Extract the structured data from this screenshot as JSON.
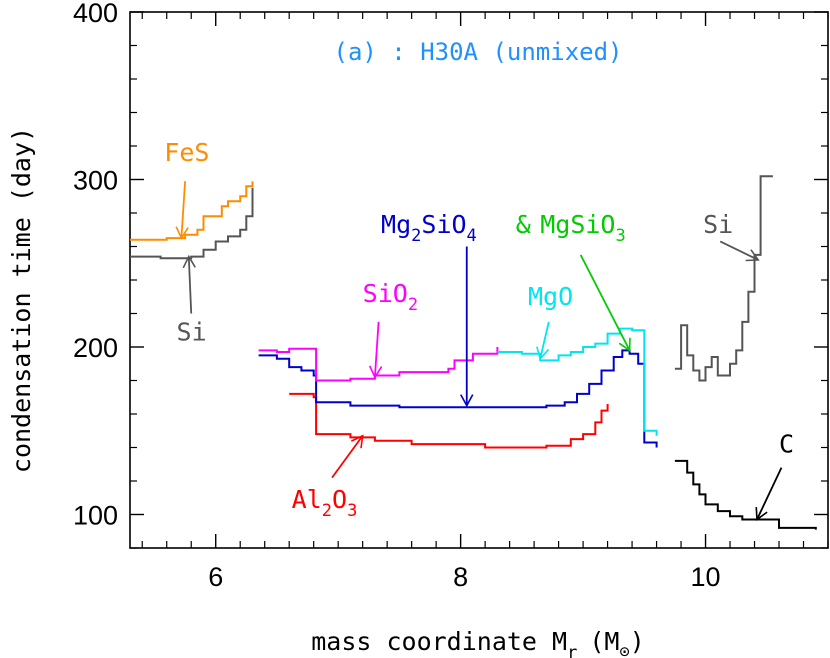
{
  "chart_data": {
    "type": "line",
    "title": "(a) : H30A (unmixed)",
    "title_color": "#1e90ff",
    "xlabel": "mass coordinate M",
    "xlabel_sub": "r",
    "xlabel_unit": "(M",
    "xlabel_unit_sub": "⊙",
    "xlabel_unit_close": ")",
    "ylabel": "condensation time (day)",
    "xlim": [
      5.3,
      11.0
    ],
    "ylim": [
      80,
      400
    ],
    "x_ticks": [
      6,
      8,
      10
    ],
    "x_tick_labels": [
      "6",
      "8",
      "10"
    ],
    "y_ticks": [
      100,
      200,
      300,
      400
    ],
    "y_tick_labels": [
      "100",
      "200",
      "300",
      "400"
    ],
    "grid": false,
    "step": true,
    "series": [
      {
        "key": "fes",
        "color": "#ff8c00",
        "points": [
          [
            5.3,
            264
          ],
          [
            5.6,
            265
          ],
          [
            5.75,
            267
          ],
          [
            5.85,
            270
          ],
          [
            5.9,
            278
          ],
          [
            6.05,
            284
          ],
          [
            6.1,
            287
          ],
          [
            6.2,
            290
          ],
          [
            6.25,
            296
          ],
          [
            6.3,
            299
          ]
        ]
      },
      {
        "key": "si_low",
        "color": "#555555",
        "points": [
          [
            5.3,
            254
          ],
          [
            5.55,
            253
          ],
          [
            5.8,
            254
          ],
          [
            5.9,
            258
          ],
          [
            6.0,
            263
          ],
          [
            6.1,
            266
          ],
          [
            6.2,
            270
          ],
          [
            6.25,
            278
          ],
          [
            6.3,
            295
          ]
        ]
      },
      {
        "key": "al2o3",
        "color": "#ff0000",
        "points": [
          [
            6.6,
            172
          ],
          [
            6.8,
            170
          ],
          [
            6.82,
            148
          ],
          [
            7.1,
            146
          ],
          [
            7.3,
            144
          ],
          [
            7.6,
            142
          ],
          [
            8.2,
            140
          ],
          [
            8.7,
            141
          ],
          [
            8.9,
            145
          ],
          [
            9.0,
            148
          ],
          [
            9.1,
            155
          ],
          [
            9.15,
            162
          ],
          [
            9.2,
            166
          ]
        ]
      },
      {
        "key": "mg2sio4",
        "color": "#0000cd",
        "points": [
          [
            6.35,
            195
          ],
          [
            6.5,
            193
          ],
          [
            6.6,
            188
          ],
          [
            6.7,
            186
          ],
          [
            6.8,
            183
          ],
          [
            6.82,
            167
          ],
          [
            7.1,
            165
          ],
          [
            7.5,
            164
          ],
          [
            8.3,
            164
          ],
          [
            8.7,
            165
          ],
          [
            8.85,
            167
          ],
          [
            8.95,
            172
          ],
          [
            9.05,
            178
          ],
          [
            9.15,
            186
          ],
          [
            9.25,
            194
          ],
          [
            9.32,
            198
          ],
          [
            9.38,
            196
          ],
          [
            9.45,
            190
          ],
          [
            9.5,
            143
          ],
          [
            9.6,
            140
          ]
        ]
      },
      {
        "key": "sio2",
        "color": "#ff00ff",
        "points": [
          [
            6.35,
            198
          ],
          [
            6.5,
            197
          ],
          [
            6.6,
            199
          ],
          [
            6.82,
            180
          ],
          [
            7.1,
            181
          ],
          [
            7.3,
            183
          ],
          [
            7.5,
            185
          ],
          [
            7.9,
            187
          ],
          [
            7.95,
            192
          ],
          [
            8.1,
            196
          ],
          [
            8.3,
            200
          ]
        ]
      },
      {
        "key": "mgo",
        "color": "#00e5ee",
        "points": [
          [
            8.3,
            197
          ],
          [
            8.5,
            196
          ],
          [
            8.65,
            192
          ],
          [
            8.8,
            195
          ],
          [
            8.9,
            197
          ],
          [
            9.0,
            200
          ],
          [
            9.1,
            202
          ],
          [
            9.2,
            208
          ],
          [
            9.3,
            211
          ],
          [
            9.4,
            210
          ],
          [
            9.5,
            150
          ],
          [
            9.6,
            147
          ]
        ]
      },
      {
        "key": "si_high",
        "color": "#555555",
        "points": [
          [
            9.75,
            187
          ],
          [
            9.8,
            213
          ],
          [
            9.85,
            195
          ],
          [
            9.9,
            186
          ],
          [
            9.95,
            180
          ],
          [
            10.0,
            188
          ],
          [
            10.05,
            194
          ],
          [
            10.1,
            183
          ],
          [
            10.2,
            190
          ],
          [
            10.25,
            198
          ],
          [
            10.3,
            215
          ],
          [
            10.35,
            233
          ],
          [
            10.4,
            255
          ],
          [
            10.45,
            302
          ],
          [
            10.55,
            302
          ]
        ]
      },
      {
        "key": "c",
        "color": "#000000",
        "points": [
          [
            9.75,
            132
          ],
          [
            9.85,
            125
          ],
          [
            9.9,
            118
          ],
          [
            9.95,
            112
          ],
          [
            10.0,
            106
          ],
          [
            10.1,
            102
          ],
          [
            10.2,
            99
          ],
          [
            10.3,
            97
          ],
          [
            10.5,
            97
          ],
          [
            10.6,
            92
          ],
          [
            10.9,
            91
          ]
        ]
      }
    ],
    "annotations": [
      {
        "text": "FeS",
        "color": "#ff8c00",
        "text_x": 5.58,
        "text_y": 311,
        "arrow_from": [
          5.75,
          299
        ],
        "arrow_to": [
          5.72,
          265
        ]
      },
      {
        "text": "Si",
        "color": "#555555",
        "text_x": 5.68,
        "text_y": 204,
        "arrow_from": [
          5.8,
          220
        ],
        "arrow_to": [
          5.78,
          254
        ]
      },
      {
        "text": "SiO",
        "sub": "2",
        "color": "#ff00ff",
        "text_x": 7.2,
        "text_y": 227,
        "arrow_from": [
          7.33,
          215
        ],
        "arrow_to": [
          7.3,
          182
        ]
      },
      {
        "text": "MgO",
        "color": "#00e5ee",
        "text_x": 8.55,
        "text_y": 225,
        "arrow_from": [
          8.72,
          215
        ],
        "arrow_to": [
          8.65,
          193
        ]
      },
      {
        "text": "Mg",
        "sub": "2",
        "text2": "SiO",
        "sub2": "4",
        "color": "#0000cd",
        "text_x": 7.35,
        "text_y": 268,
        "arrow_from": [
          8.05,
          260
        ],
        "arrow_to": [
          8.05,
          165
        ]
      },
      {
        "text": "&",
        "color": "#00cc00",
        "text_x": 8.45,
        "text_y": 268
      },
      {
        "text": "MgSiO",
        "sub": "3",
        "color": "#00cc00",
        "text_x": 8.65,
        "text_y": 268,
        "arrow_from": [
          8.98,
          255
        ],
        "arrow_to": [
          9.38,
          198
        ]
      },
      {
        "text": "Si",
        "color": "#555555",
        "text_x": 9.98,
        "text_y": 268,
        "arrow_from": [
          10.12,
          263
        ],
        "arrow_to": [
          10.43,
          252
        ]
      },
      {
        "text": "Al",
        "sub": "2",
        "text2": "O",
        "sub2": "3",
        "color": "#ff0000",
        "text_x": 6.62,
        "text_y": 104,
        "arrow_from": [
          6.95,
          122
        ],
        "arrow_to": [
          7.2,
          147
        ]
      },
      {
        "text": "C",
        "color": "#000000",
        "text_x": 10.6,
        "text_y": 137,
        "arrow_from": [
          10.62,
          128
        ],
        "arrow_to": [
          10.42,
          97
        ]
      }
    ]
  }
}
